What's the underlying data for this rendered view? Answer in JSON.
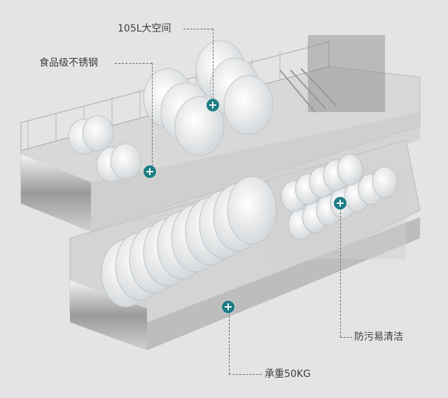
{
  "features": [
    {
      "id": "capacity",
      "label": "105L大空间"
    },
    {
      "id": "material",
      "label": "食品级不锈钢"
    },
    {
      "id": "cleaning",
      "label": "防污易清洁"
    },
    {
      "id": "load",
      "label": "承重50KG"
    }
  ],
  "hotspot_icon": "plus-icon",
  "hotspot_symbol": "+",
  "colors": {
    "background": "#e4e4e4",
    "hotspot": "#1e7c83"
  }
}
